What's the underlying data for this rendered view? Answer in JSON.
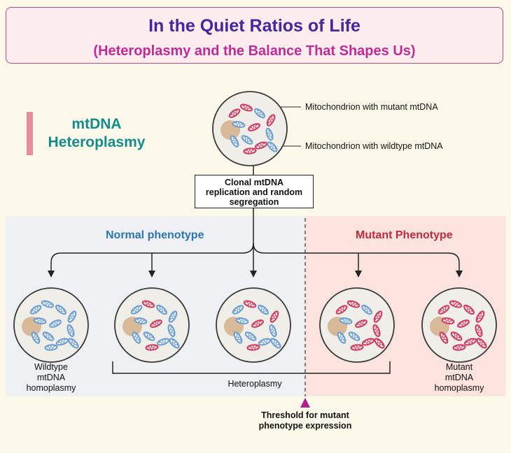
{
  "header": {
    "title": "In the Quiet Ratios of Life",
    "subtitle": "(Heteroplasmy and the Balance That Shapes Us)"
  },
  "side_label": {
    "line1": "mtDNA",
    "line2": "Heteroplasmy"
  },
  "legend": {
    "mutant": "Mitochondrion with mutant mtDNA",
    "wildtype": "Mitochondrion with wildtype mtDNA"
  },
  "process": {
    "line1": "Clonal mtDNA",
    "line2": "replication and random",
    "line3": "segregation"
  },
  "phenotypes": {
    "normal": "Normal phenotype",
    "mutant": "Mutant Phenotype"
  },
  "cell_labels": {
    "wildtype": {
      "line1": "Wildtype",
      "line2": "mtDNA",
      "line3": "homoplasmy"
    },
    "heteroplasmy": "Heteroplasmy",
    "mutant": {
      "line1": "Mutant",
      "line2": "mtDNA",
      "line3": "homoplasmy"
    }
  },
  "threshold": {
    "line1": "Threshold for mutant",
    "line2": "phenotype expression"
  },
  "colors": {
    "mutant_mito": "#d23f62",
    "wildtype_mito": "#6f9fd4",
    "nucleus": "#d8b998",
    "cell_fill": "#efeee9",
    "title": "#4426a0",
    "subtitle": "#c12b97",
    "normal_text": "#2a74b7",
    "mutant_text": "#c22a3a",
    "threshold_marker": "#b31f8d"
  },
  "cells": [
    {
      "name": "top-source-cell",
      "mutant_fraction": 0.5
    },
    {
      "name": "wildtype-homoplasmy-cell",
      "mutant_fraction": 0.0
    },
    {
      "name": "low-heteroplasmy-cell",
      "mutant_fraction": 0.25
    },
    {
      "name": "mid-heteroplasmy-cell",
      "mutant_fraction": 0.33
    },
    {
      "name": "high-heteroplasmy-cell",
      "mutant_fraction": 0.67
    },
    {
      "name": "mutant-homoplasmy-cell",
      "mutant_fraction": 1.0
    }
  ]
}
